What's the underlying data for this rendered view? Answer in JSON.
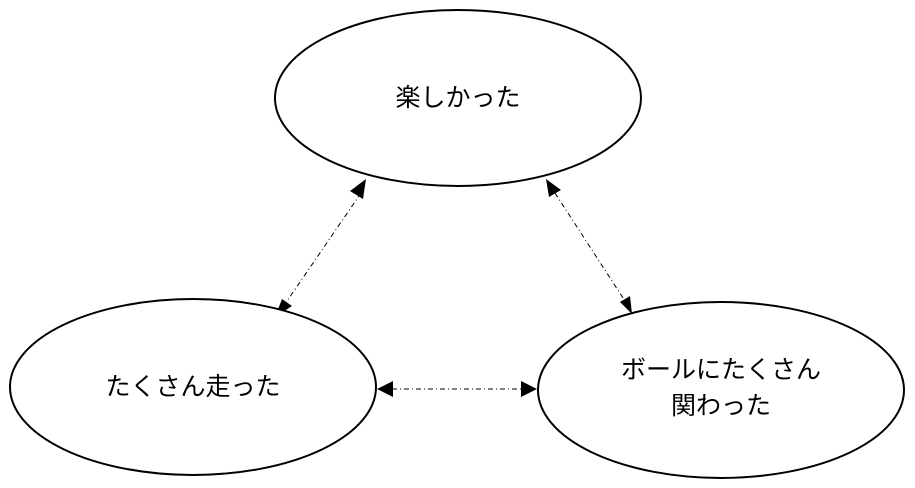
{
  "nodes": {
    "fun": {
      "label": "楽しかった"
    },
    "ran_a_lot": {
      "label": "たくさん走った"
    },
    "ball_contact": {
      "label_line1": "ボールにたくさん",
      "label_line2": "関わった"
    }
  },
  "connections": [
    {
      "from": "fun",
      "to": "ran_a_lot",
      "style": "dash-dot",
      "arrows": "both"
    },
    {
      "from": "fun",
      "to": "ball_contact",
      "style": "dash-dot",
      "arrows": "both"
    },
    {
      "from": "ran_a_lot",
      "to": "ball_contact",
      "style": "dash-dot",
      "arrows": "both"
    }
  ],
  "colors": {
    "stroke": "#000000",
    "fill": "#ffffff",
    "text": "#000000"
  }
}
